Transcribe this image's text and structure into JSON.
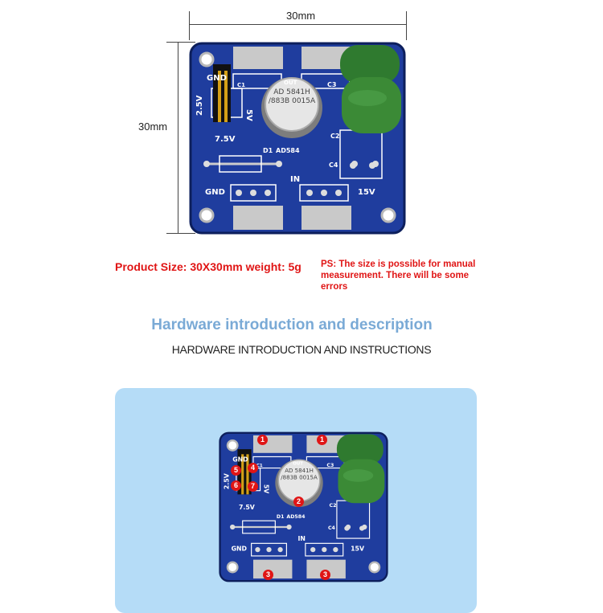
{
  "dimensions": {
    "width_label": "30mm",
    "height_label": "30mm"
  },
  "product_info": {
    "size_weight": "Product Size: 30X30mm weight: 5g",
    "note": "PS: The size is possible for manual measurement. There will be some errors"
  },
  "section": {
    "title": "Hardware introduction and description",
    "subtitle": "HARDWARE INTRODUCTION AND INSTRUCTIONS"
  },
  "board_labels": {
    "gnd_top": "GND",
    "v25": "2.5V",
    "v75": "7.5V",
    "v5": "5V",
    "chip": "AD584",
    "can_text": "AD 5841H /883B 0015A",
    "d1": "D1",
    "in": "IN",
    "gnd_bottom": "GND",
    "v15": "15V",
    "c1": "C1",
    "c2": "C2",
    "c3": "C3",
    "c4": "C4",
    "out": "OUT"
  },
  "markers": [
    "1",
    "1",
    "2",
    "3",
    "3",
    "4",
    "5",
    "6",
    "7"
  ],
  "colors": {
    "board": "#1f3d9e",
    "accent_red": "#e01515",
    "title_blue": "#7aaad6",
    "panel": "#b5dcf7",
    "capacitor": "#2f7a2f"
  }
}
